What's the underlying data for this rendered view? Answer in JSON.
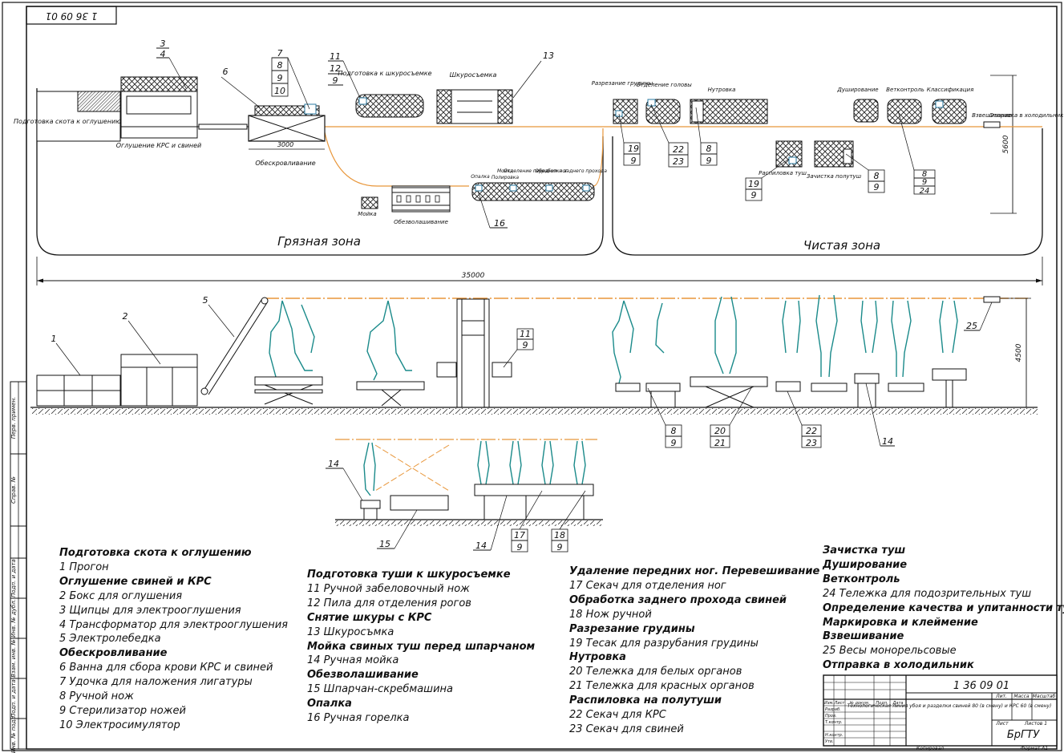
{
  "stamp_top": "1 36 09 01",
  "plan": {
    "dim_total": "35000",
    "dim_bath": "3000",
    "dim_height_plan": "5600",
    "zone_dirty": "Грязная зона",
    "zone_clean": "Чистая зона",
    "labels": {
      "prep": "Подготовка скота к оглушению",
      "stun": "Оглушение КРС и свиней",
      "bleed": "Обескровливание",
      "skin_prep": "Подготовка к шкуросъемке",
      "skin": "Шкуросъемка",
      "wash": "Мойка",
      "dehair": "Обезволашивание",
      "singe": "Опалка",
      "wash2": "Мойка",
      "polish": "Полировка",
      "front_legs": "Отделение передних ног",
      "rear": "Обработка заднего прохода",
      "sternum": "Разрезание грудины",
      "head": "Отделение головы",
      "evisc": "Нутровка",
      "shower": "Душирование",
      "vet": "Ветконтроль",
      "classif": "Классификация",
      "weigh": "Взвешивание",
      "to_cold": "Отправка в холодильник",
      "split": "Распиловка туш",
      "trim": "Зачистка полутуш"
    },
    "callouts": {
      "c3_4": [
        "3",
        "4"
      ],
      "c6": "6",
      "c7_10": [
        "7",
        "8",
        "9",
        "10"
      ],
      "c11_12_9": [
        "11",
        "12",
        "9"
      ],
      "c13": "13",
      "c16": "16",
      "c19_9": [
        "19",
        "9"
      ],
      "c22_23": [
        "22",
        "23"
      ],
      "c8_9": [
        "8",
        "9"
      ],
      "c19_9b": [
        "19",
        "9"
      ],
      "c8_9b": [
        "8",
        "9"
      ],
      "c8_9_24": [
        "8",
        "9",
        "24"
      ]
    }
  },
  "elevation": {
    "dim_height": "4500",
    "callouts": {
      "c1": "1",
      "c2": "2",
      "c5": "5",
      "c25": "25",
      "c11_9": [
        "11",
        "9"
      ],
      "c8_9": [
        "8",
        "9"
      ],
      "c20_21": [
        "20",
        "21"
      ],
      "c22_23": [
        "22",
        "23"
      ],
      "c14": "14"
    }
  },
  "detail": {
    "callouts": {
      "c14": "14",
      "c15": "15",
      "c14b": "14",
      "c17_9": [
        "17",
        "9"
      ],
      "c18_9": [
        "18",
        "9"
      ]
    }
  },
  "legend": {
    "col1": [
      {
        "text": "Подготовка скота к оглушению",
        "bold": true
      },
      {
        "text": "1 Прогон",
        "bold": false
      },
      {
        "text": "Оглушение свиней и КРС",
        "bold": true
      },
      {
        "text": "2 Бокс для оглушения",
        "bold": false
      },
      {
        "text": "3 Щипцы для электрооглушения",
        "bold": false
      },
      {
        "text": "4 Трансформатор для электрооглушения",
        "bold": false
      },
      {
        "text": "5 Электролебедка",
        "bold": false
      },
      {
        "text": "Обескровливание",
        "bold": true
      },
      {
        "text": "6 Ванна для сбора крови КРС и свиней",
        "bold": false
      },
      {
        "text": "7 Удочка для наложения лигатуры",
        "bold": false
      },
      {
        "text": "8 Ручной нож",
        "bold": false
      },
      {
        "text": "9 Стерилизатор ножей",
        "bold": false
      },
      {
        "text": "10 Электросимулятор",
        "bold": false
      }
    ],
    "col2": [
      {
        "text": "Подготовка туши к шкуросъемке",
        "bold": true
      },
      {
        "text": "11 Ручной забеловочный нож",
        "bold": false
      },
      {
        "text": "12 Пила для отделения рогов",
        "bold": false
      },
      {
        "text": "Снятие шкуры с КРС",
        "bold": true
      },
      {
        "text": "13 Шкуросъмка",
        "bold": false
      },
      {
        "text": "Мойка свиных туш перед шпарчаном",
        "bold": true
      },
      {
        "text": "14 Ручная мойка",
        "bold": false
      },
      {
        "text": "Обезволашивание",
        "bold": true
      },
      {
        "text": "15 Шпарчан-скребмашина",
        "bold": false
      },
      {
        "text": "Опалка",
        "bold": true
      },
      {
        "text": "16 Ручная горелка",
        "bold": false
      }
    ],
    "col3": [
      {
        "text": "Удаление передних ног. Перевешивание",
        "bold": true
      },
      {
        "text": "17 Секач для отделения ног",
        "bold": false
      },
      {
        "text": "Обработка заднего прохода свиней",
        "bold": true
      },
      {
        "text": "18 Нож ручной",
        "bold": false
      },
      {
        "text": "Разрезание грудины",
        "bold": true
      },
      {
        "text": "19 Тесак для разрубания грудины",
        "bold": false
      },
      {
        "text": "Нутровка",
        "bold": true
      },
      {
        "text": "20 Тележка для белых органов",
        "bold": false
      },
      {
        "text": "21 Тележка для красных органов",
        "bold": false
      },
      {
        "text": "Распиловка на полутуши",
        "bold": true
      },
      {
        "text": "22 Секач для КРС",
        "bold": false
      },
      {
        "text": "23 Секач для свиней",
        "bold": false
      }
    ],
    "col4": [
      {
        "text": "Зачистка туш",
        "bold": true
      },
      {
        "text": "Душирование",
        "bold": true
      },
      {
        "text": "Ветконтроль",
        "bold": true
      },
      {
        "text": "24 Тележка для подозрительных туш",
        "bold": false
      },
      {
        "text": "Определение качества и упитанности туш",
        "bold": true
      },
      {
        "text": "Маркировка и клеймение",
        "bold": true
      },
      {
        "text": "Взвешивание",
        "bold": true
      },
      {
        "text": "25 Весы монорельсовые",
        "bold": false
      },
      {
        "text": "Отправка в холодильник",
        "bold": true
      }
    ]
  },
  "title_block": {
    "code": "1 36 09 01",
    "title": "Технологическая линия убоя и разделки свиней 80 (в смену) и КРС 60 (в смену)",
    "org": "БрГТУ",
    "format": "Формат  А1",
    "copied": "Копировал",
    "cols": [
      "Лит.",
      "Масса",
      "Масштаб"
    ],
    "sheet": "Лист",
    "sheets": "Листов  1",
    "rows": [
      "Изм.",
      "Лист",
      "№ докум.",
      "Подп.",
      "Дата"
    ],
    "roles": [
      "Разраб.",
      "Пров.",
      "Т.контр.",
      "",
      "Н.контр.",
      "Утв."
    ]
  },
  "side_stamp": [
    "Перв. примен.",
    "Справ. №",
    "Подп. и дата",
    "Инв. № дубл.",
    "Взам. инв. №",
    "Подп. и дата",
    "Инв. № подл."
  ],
  "colors": {
    "line": "#111111",
    "conveyor": "#e8963a",
    "carcass": "#1a8a8a",
    "process": "#2a7aa0"
  }
}
